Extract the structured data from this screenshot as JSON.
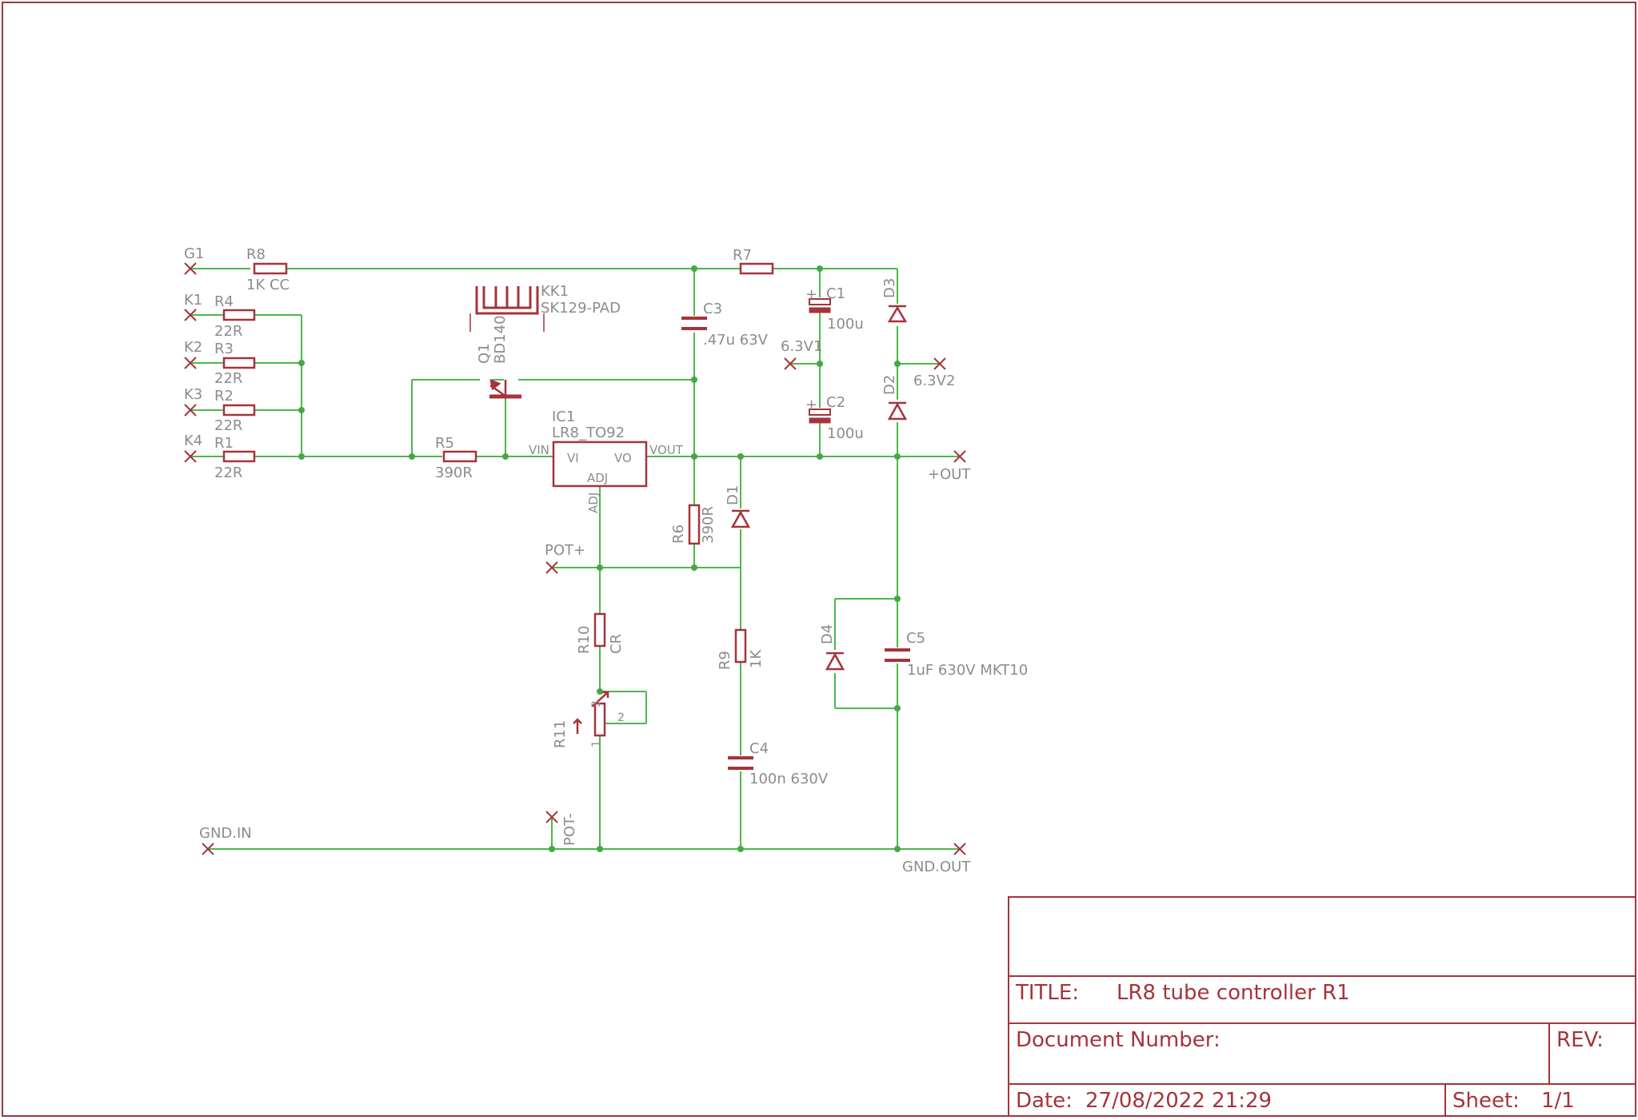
{
  "schematic": {
    "components": {
      "g1": "G1",
      "k1": "K1",
      "k2": "K2",
      "k3": "K3",
      "k4": "K4",
      "r8": "R8",
      "r8_val": "1K CC",
      "r4": "R4",
      "r4_val": "22R",
      "r3": "R3",
      "r3_val": "22R",
      "r2": "R2",
      "r2_val": "22R",
      "r1": "R1",
      "r1_val": "22R",
      "r5": "R5",
      "r5_val": "390R",
      "kk1": "KK1",
      "kk1_val": "SK129-PAD",
      "q1": "Q1",
      "q1_val": "BD140",
      "ic1": "IC1",
      "ic1_val": "LR8_TO92",
      "ic_vi": "VI",
      "ic_vo": "VO",
      "ic_adj": "ADJ",
      "pin_vin": "VIN",
      "pin_vout": "VOUT",
      "pin_adj": "ADJ",
      "r7": "R7",
      "c3": "C3",
      "c3_val": ".47u 63V",
      "c1": "C1",
      "c1_val": "100u",
      "c2": "C2",
      "c2_val": "100u",
      "d3": "D3",
      "d2": "D2",
      "d1": "D1",
      "d4": "D4",
      "v63_1": "6.3V1",
      "v63_2": "6.3V2",
      "out_plus": "+OUT",
      "r6": "R6",
      "r6_val": "390R",
      "pot_plus": "POT+",
      "pot_minus": "POT-",
      "r10": "R10",
      "r10_val": "CR",
      "r11": "R11",
      "r11_p1": "1",
      "r11_p2": "2",
      "r11_p3": "3",
      "r9": "R9",
      "r9_val": "1K",
      "c4": "C4",
      "c4_val": "100n 630V",
      "c5": "C5",
      "c5_val": "1uF 630V MKT10",
      "gnd_in": "GND.IN",
      "gnd_out": "GND.OUT",
      "plus": "+"
    }
  },
  "title_block": {
    "title_label": "TITLE:",
    "title_value": "LR8 tube controller R1",
    "docnum_label": "Document Number:",
    "rev_label": "REV:",
    "date_label": "Date:",
    "date_value": "27/08/2022 21:29",
    "sheet_label": "Sheet:",
    "sheet_value": "1/1"
  },
  "colors": {
    "wire": "#4db84d",
    "symbol": "#a5343a",
    "label": "#8c8c8c",
    "junction": "#45a845"
  }
}
